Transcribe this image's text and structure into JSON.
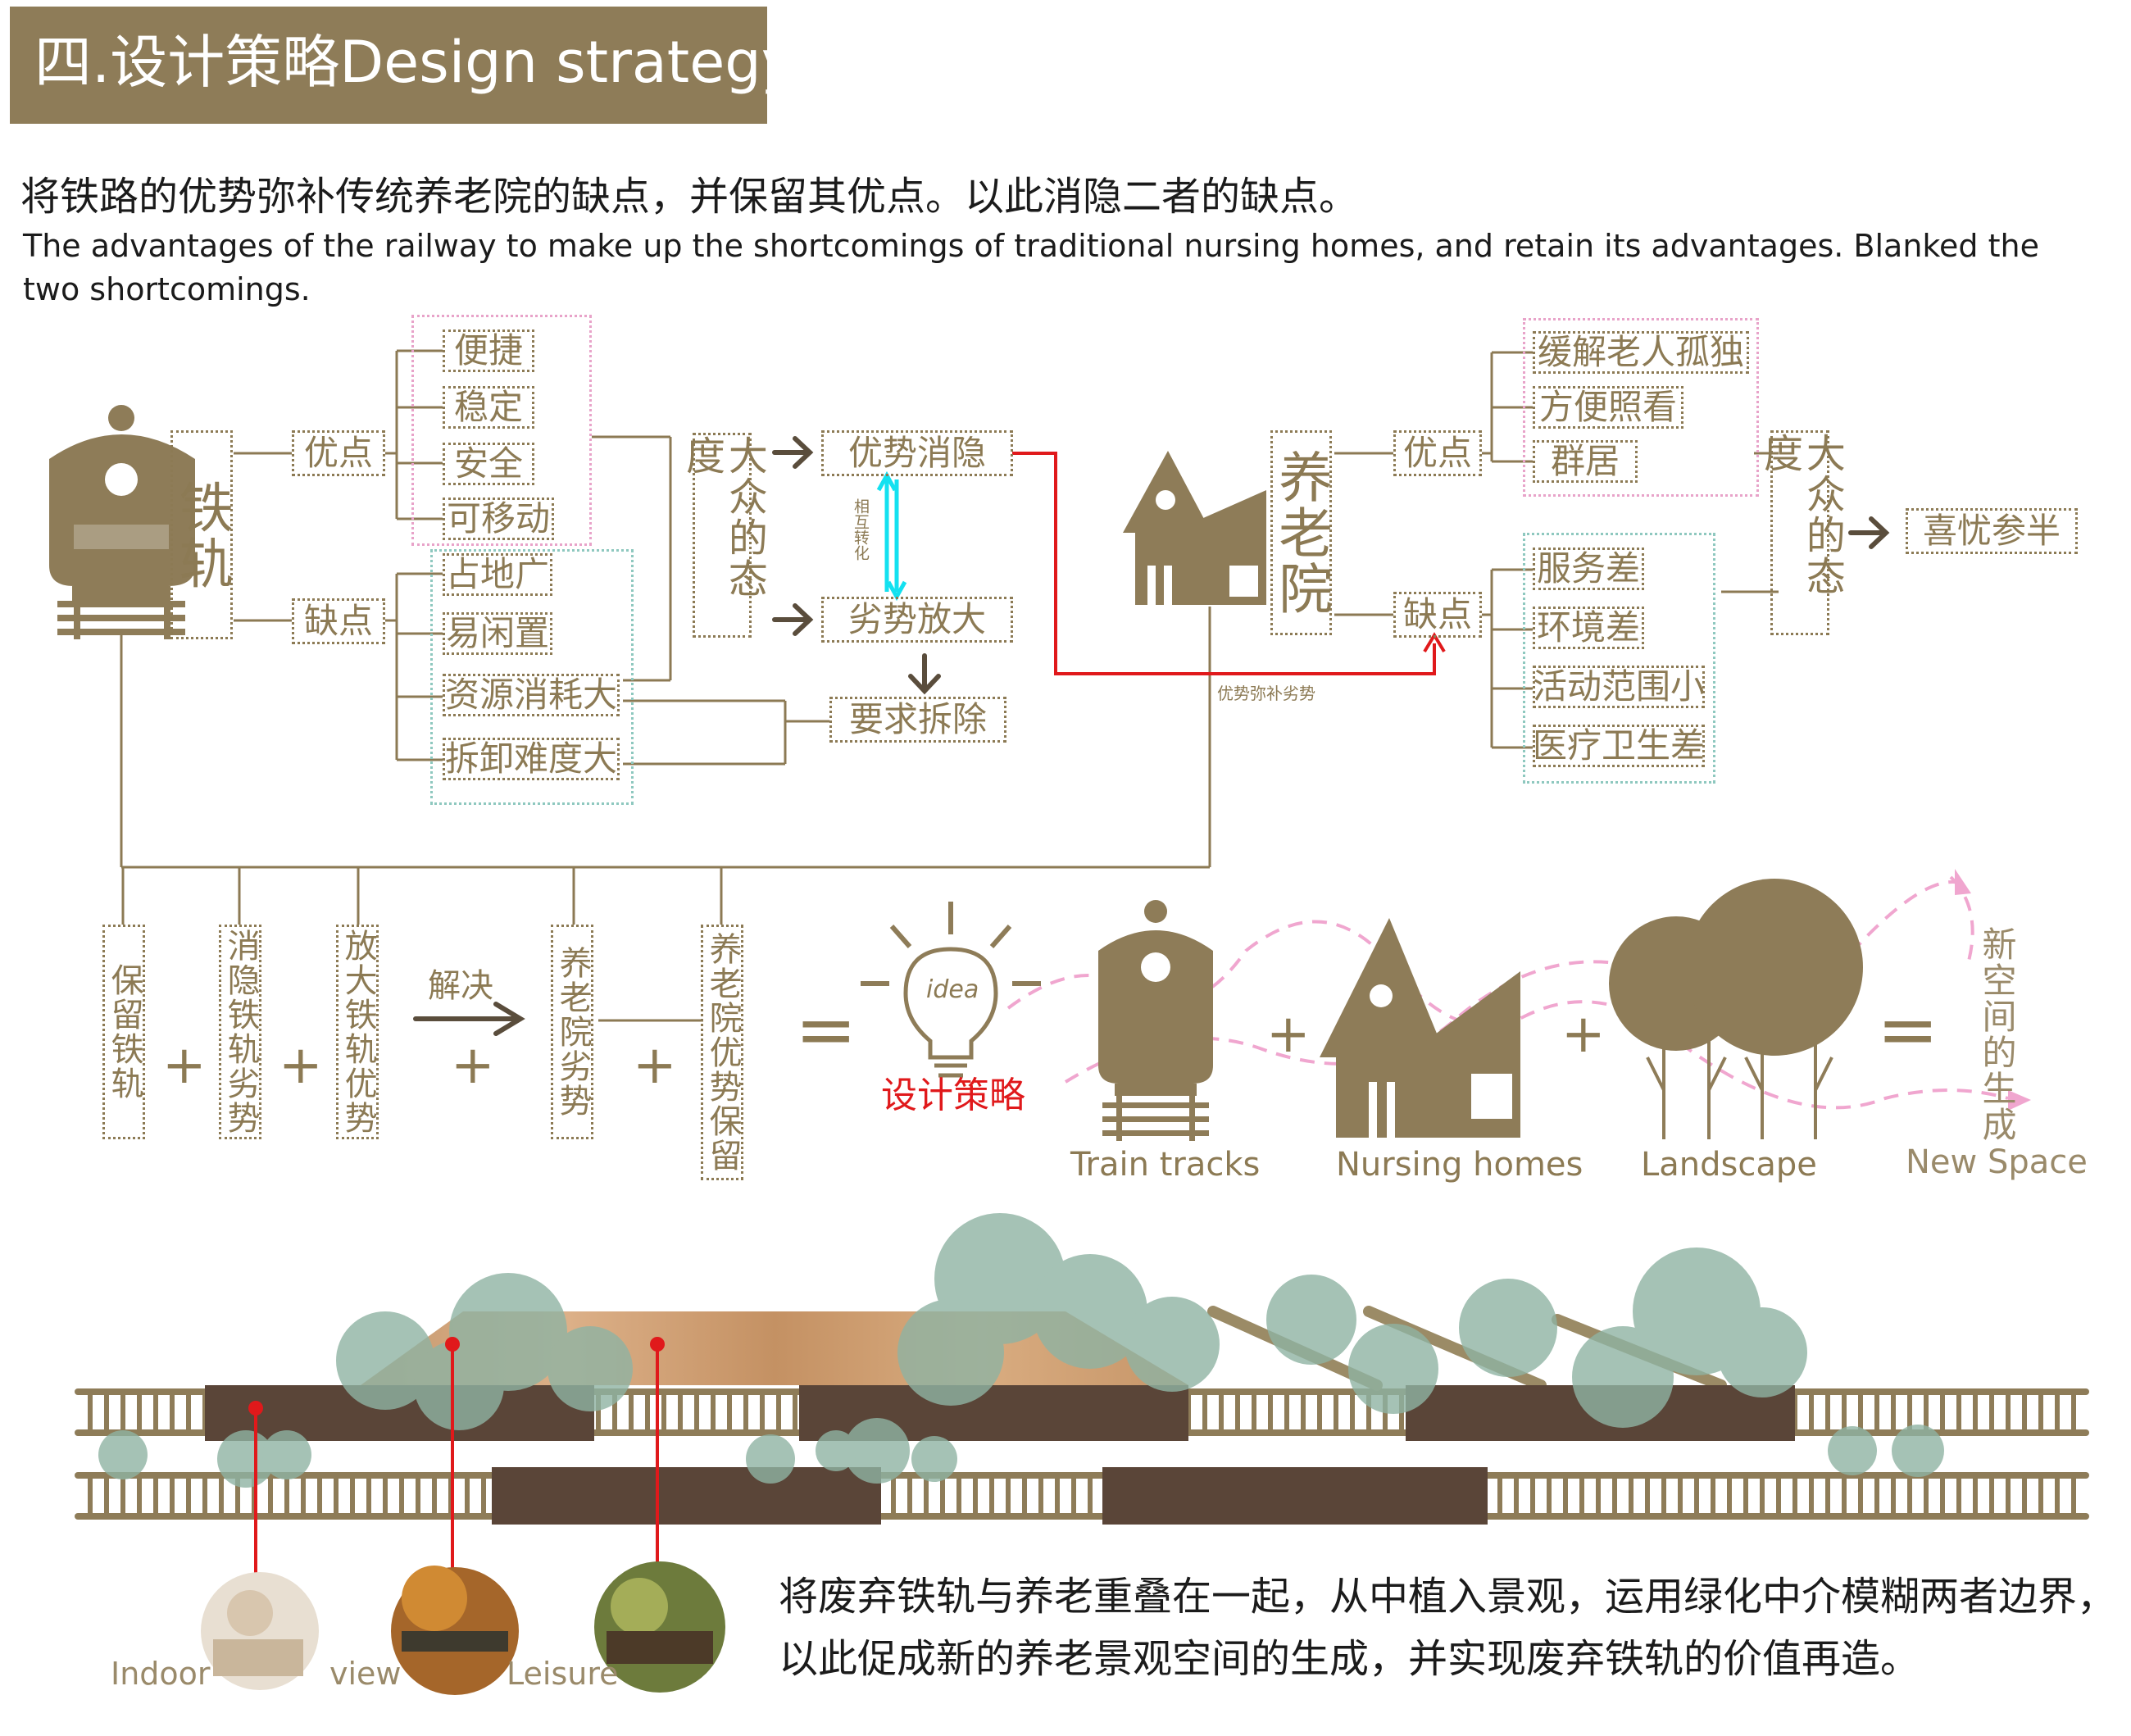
{
  "header": {
    "title": "四.设计策略Design  strategy",
    "intro_cn": "将铁路的优势弥补传统养老院的缺点，并保留其优点。以此消隐二者的缺点。",
    "intro_en": "The advantages of the railway to make up the shortcomings of traditional nursing homes, and retain its advantages.  Blanked the two shortcomings."
  },
  "railway": {
    "name": "铁轨",
    "advantage_label": "优点",
    "disadvantage_label": "缺点",
    "advantages": [
      "便捷",
      "稳定",
      "安全",
      "可移动"
    ],
    "disadvantages": [
      "占地广",
      "易闲置",
      "资源消耗大",
      "拆卸难度大"
    ]
  },
  "public_attitude_1": "大众的态度",
  "outcomes": {
    "advantage_fade": "优势消隐",
    "mutual_transform": "相互转化",
    "disadvantage_amplify": "劣势放大",
    "demolish": "要求拆除"
  },
  "nursing_home": {
    "name": "养老院",
    "advantage_label": "优点",
    "disadvantage_label": "缺点",
    "advantages": [
      "缓解老人孤独",
      "方便照看",
      "群居"
    ],
    "disadvantages": [
      "服务差",
      "环境差",
      "活动范围小",
      "医疗卫生差"
    ],
    "compensate_note": "优势弥补劣势"
  },
  "public_attitude_2": "大众的态度",
  "mixed_result": "喜忧参半",
  "equation": {
    "items": [
      "保留铁轨",
      "消隐铁轨劣势",
      "放大铁轨优势",
      "养老院劣势",
      "养老院优势保留"
    ],
    "plus": "+",
    "solve": "解决",
    "equals": "=",
    "idea_word": "idea",
    "design_strategy": "设计策略"
  },
  "components": {
    "train_tracks": "Train tracks",
    "nursing_homes": "Nursing homes",
    "landscape": "Landscape",
    "new_space_cn": "新空间的生成",
    "new_space_en": "New  Space"
  },
  "bottom": {
    "description": "将废弃铁轨与养老重叠在一起，从中植入景观，运用绿化中介模糊两者边界，以此促成新的养老景观空间的生成，并实现废弃铁轨的价值再造。",
    "photo_labels": [
      "Indoor",
      "view",
      "Leisure"
    ]
  },
  "colors": {
    "brand": "#8e7c58",
    "accent_red": "#e0191b",
    "cyan": "#13e1f0",
    "pink": "#e8a3c9",
    "teal": "#8ec8bf",
    "dark_brown": "#5a4538",
    "green": "#93b4a4"
  }
}
